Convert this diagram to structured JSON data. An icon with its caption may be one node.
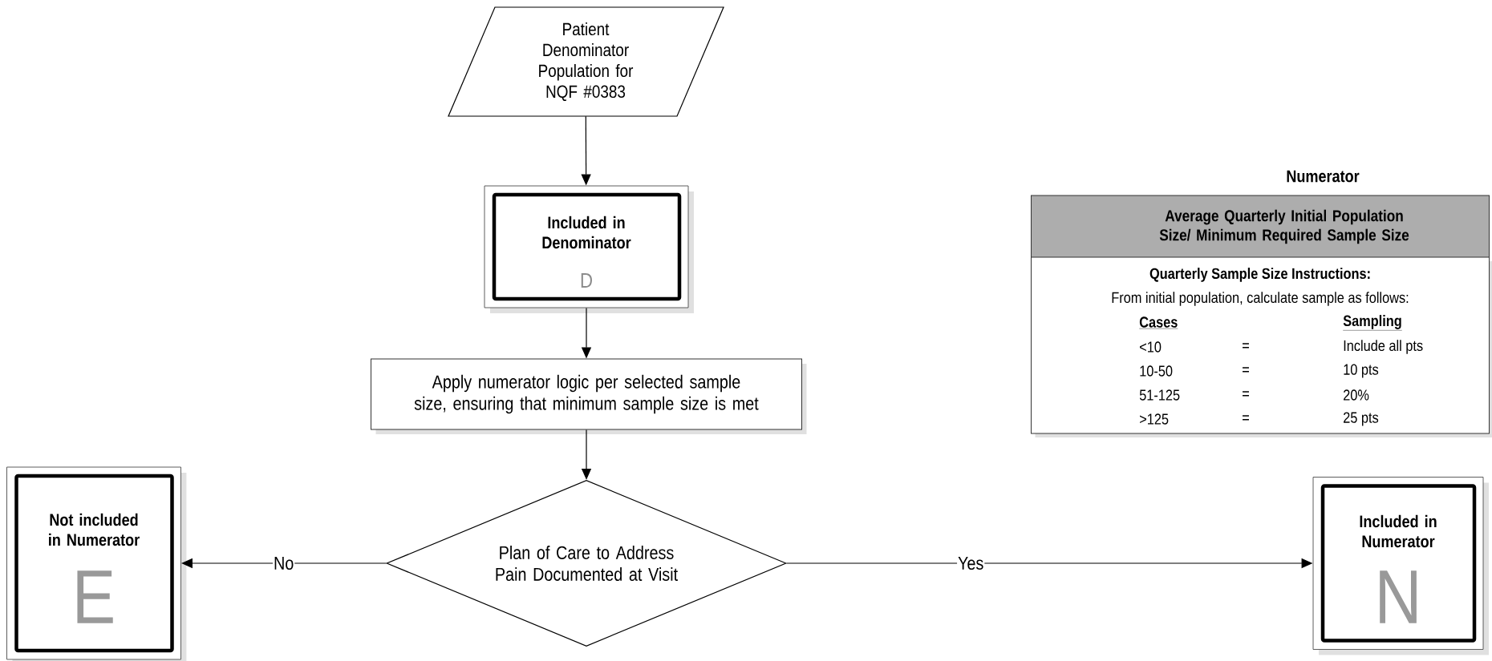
{
  "diagram": {
    "nodes": [
      {
        "text": [
          "Patient Denominator Population for NQF #0383"
        ]
      },
      {
        "text": [
          "Included in Denominator",
          "D"
        ]
      },
      {
        "text": [
          "Apply numerator logic per selected sample size, ensuring that minimum sample size is met"
        ]
      },
      {
        "text": [
          "Plan of Care to Address Pain Documented at Visit"
        ]
      },
      {
        "text": [
          "Not included in Numerator",
          "E"
        ]
      },
      {
        "text": [
          "Included in Numerator",
          "N"
        ]
      },
      {
        "text": [
          "Numerator",
          "Average Quarterly Initial Population Size/ Minimum Required Sample Size"
        ]
      },
      {
        "text": [
          "Quarterly Sample Size Instructions:",
          "From initial population, calculate sample as follows:",
          "Cases",
          "Sampling",
          "<10",
          "=",
          "Include all pts",
          "10-50",
          "=",
          "10 pts",
          "51-125",
          "=",
          "20%",
          ">125",
          "=",
          "25 pts"
        ]
      }
    ],
    "edges": [
      {
        "from": 0,
        "to": 1,
        "arrow": "to"
      },
      {
        "from": 1,
        "to": 2,
        "arrow": "to"
      },
      {
        "from": 2,
        "to": 3,
        "arrow": "to"
      },
      {
        "from": 3,
        "to": 4,
        "arrow": "to",
        "label": "No"
      },
      {
        "from": 3,
        "to": 5,
        "arrow": "to",
        "label": "Yes"
      }
    ]
  }
}
